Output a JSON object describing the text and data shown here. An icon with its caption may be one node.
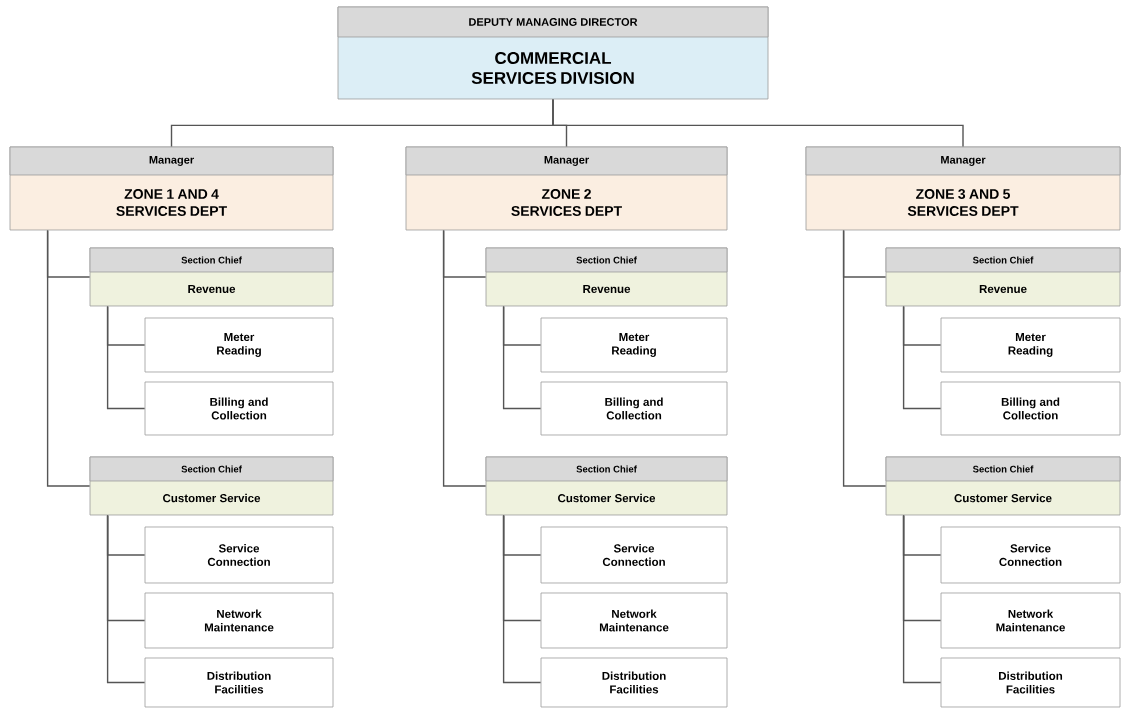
{
  "diagram": {
    "nodes": [
      {
        "text": [
          "DEPUTY MANAGING DIRECTOR",
          "COMMERCIAL SERVICES DIVISION"
        ]
      },
      {
        "text": [
          "Manager",
          "ZONE 1 AND 4 SERVICES DEPT"
        ]
      },
      {
        "text": [
          "Section Chief",
          "Revenue"
        ]
      },
      {
        "text": [
          "Meter Reading"
        ]
      },
      {
        "text": [
          "Billing and Collection"
        ]
      },
      {
        "text": [
          "Section Chief",
          "Customer Service"
        ]
      },
      {
        "text": [
          "Service Connection"
        ]
      },
      {
        "text": [
          "Network Maintenance"
        ]
      },
      {
        "text": [
          "Distribution Facilities"
        ]
      },
      {
        "text": [
          "Manager",
          "ZONE 2 SERVICES DEPT"
        ]
      },
      {
        "text": [
          "Section Chief",
          "Revenue"
        ]
      },
      {
        "text": [
          "Meter Reading"
        ]
      },
      {
        "text": [
          "Billing and Collection"
        ]
      },
      {
        "text": [
          "Section Chief",
          "Customer Service"
        ]
      },
      {
        "text": [
          "Service Connection"
        ]
      },
      {
        "text": [
          "Network Maintenance"
        ]
      },
      {
        "text": [
          "Distribution Facilities"
        ]
      },
      {
        "text": [
          "Manager",
          "ZONE 3 AND 5 SERVICES DEPT"
        ]
      },
      {
        "text": [
          "Section Chief",
          "Revenue"
        ]
      },
      {
        "text": [
          "Meter Reading"
        ]
      },
      {
        "text": [
          "Billing and Collection"
        ]
      },
      {
        "text": [
          "Section Chief",
          "Customer Service"
        ]
      },
      {
        "text": [
          "Service Connection"
        ]
      },
      {
        "text": [
          "Network Maintenance"
        ]
      },
      {
        "text": [
          "Distribution Facilities"
        ]
      }
    ],
    "edges": [
      {
        "from": 0,
        "to": 1,
        "arrow": "none"
      },
      {
        "from": 0,
        "to": 9,
        "arrow": "none"
      },
      {
        "from": 0,
        "to": 17,
        "arrow": "none"
      },
      {
        "from": 1,
        "to": 2,
        "arrow": "none"
      },
      {
        "from": 2,
        "to": 3,
        "arrow": "none"
      },
      {
        "from": 2,
        "to": 4,
        "arrow": "none"
      },
      {
        "from": 1,
        "to": 5,
        "arrow": "none"
      },
      {
        "from": 5,
        "to": 6,
        "arrow": "none"
      },
      {
        "from": 5,
        "to": 7,
        "arrow": "none"
      },
      {
        "from": 5,
        "to": 8,
        "arrow": "none"
      },
      {
        "from": 9,
        "to": 10,
        "arrow": "none"
      },
      {
        "from": 10,
        "to": 11,
        "arrow": "none"
      },
      {
        "from": 10,
        "to": 12,
        "arrow": "none"
      },
      {
        "from": 9,
        "to": 13,
        "arrow": "none"
      },
      {
        "from": 13,
        "to": 14,
        "arrow": "none"
      },
      {
        "from": 13,
        "to": 15,
        "arrow": "none"
      },
      {
        "from": 13,
        "to": 16,
        "arrow": "none"
      },
      {
        "from": 17,
        "to": 18,
        "arrow": "none"
      },
      {
        "from": 18,
        "to": 19,
        "arrow": "none"
      },
      {
        "from": 18,
        "to": 20,
        "arrow": "none"
      },
      {
        "from": 17,
        "to": 21,
        "arrow": "none"
      },
      {
        "from": 21,
        "to": 22,
        "arrow": "none"
      },
      {
        "from": 21,
        "to": 23,
        "arrow": "none"
      },
      {
        "from": 21,
        "to": 24,
        "arrow": "none"
      }
    ]
  }
}
